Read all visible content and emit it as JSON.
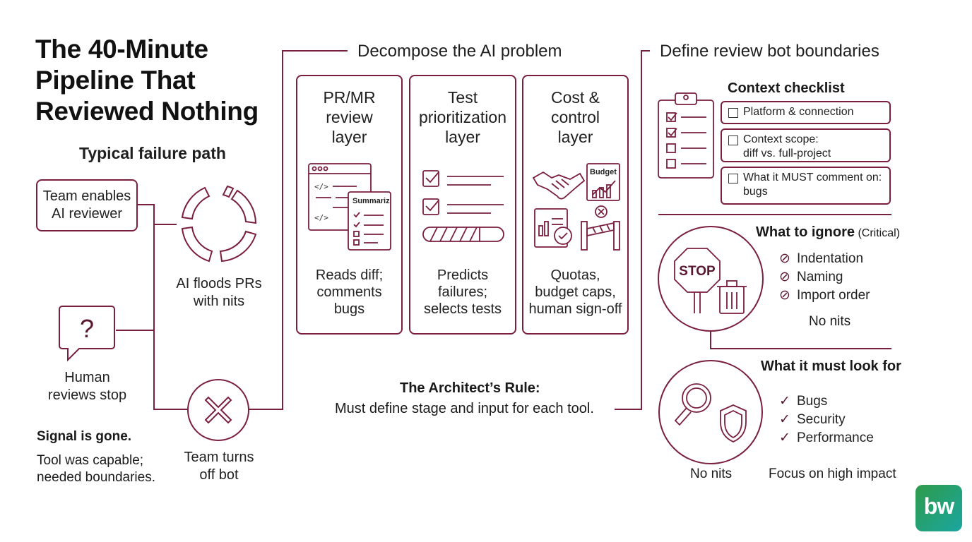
{
  "title": [
    "The 40-Minute",
    "Pipeline That",
    "Reviewed Nothing"
  ],
  "failure": {
    "heading": "Typical failure path",
    "step1": [
      "Team enables",
      "AI reviewer"
    ],
    "step2": [
      "AI floods PRs",
      "with nits"
    ],
    "step3": [
      "Human",
      "reviews stop"
    ],
    "step4": [
      "Team turns",
      "off bot"
    ],
    "signal_title": "Signal is gone.",
    "signal_body": [
      "Tool was capable;",
      "needed boundaries."
    ]
  },
  "decompose": {
    "heading": "Decompose the AI problem",
    "columns": [
      {
        "title": [
          "PR/MR",
          "review",
          "layer"
        ],
        "icon_text": "Summariz",
        "desc": [
          "Reads diff;",
          "comments",
          "bugs"
        ]
      },
      {
        "title": [
          "Test",
          "prioritization",
          "layer"
        ],
        "desc": [
          "Predicts",
          "failures;",
          "selects tests"
        ]
      },
      {
        "title": [
          "Cost &",
          "control",
          "layer"
        ],
        "icon_text": "Budget",
        "desc": [
          "Quotas,",
          "budget caps,",
          "human sign-off"
        ]
      }
    ],
    "rule_title": "The Architect’s Rule:",
    "rule_body": "Must define stage and input for each tool."
  },
  "boundaries": {
    "heading": "Define review bot boundaries",
    "checklist_title": "Context checklist",
    "checklist": [
      [
        "Platform & connection"
      ],
      [
        "Context scope:",
        "diff vs. full-project"
      ],
      [
        "What it MUST comment on:",
        "bugs"
      ]
    ],
    "ignore_title": "What to ignore",
    "ignore_note": "(Critical)",
    "ignore_items": [
      "Indentation",
      "Naming",
      "Import order"
    ],
    "ignore_footer": "No nits",
    "stop_sign": "STOP",
    "lookfor_title": "What it must look for",
    "lookfor_items": [
      "Bugs",
      "Security",
      "Performance"
    ],
    "lookfor_left": "No nits",
    "lookfor_footer": "Focus on high impact"
  },
  "logo": "bw",
  "colors": {
    "accent": "#7a1f3d",
    "logo_start": "#2e9b4a",
    "logo_end": "#1aa6a0"
  }
}
